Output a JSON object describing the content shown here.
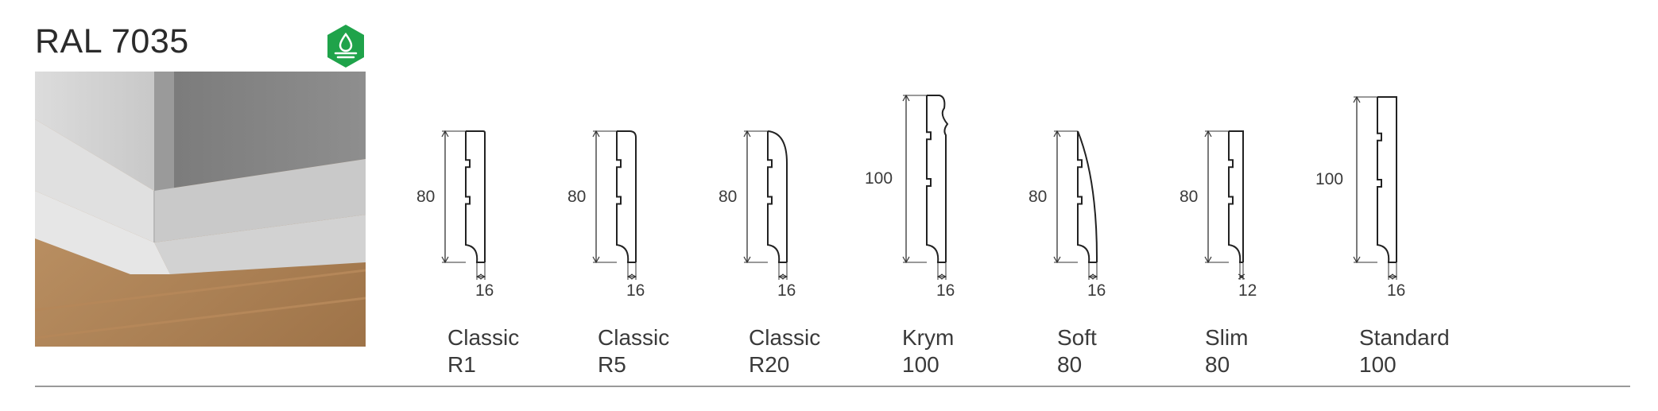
{
  "header": {
    "title": "RAL 7035",
    "badge_icon": "water-resistant-icon",
    "badge_color": "#1fa34a"
  },
  "photo": {
    "icon": "skirting-board-corner-photo"
  },
  "profiles": [
    {
      "name_line1": "Classic",
      "name_line2": "R1",
      "height": "80",
      "width": "16"
    },
    {
      "name_line1": "Classic",
      "name_line2": "R5",
      "height": "80",
      "width": "16"
    },
    {
      "name_line1": "Classic",
      "name_line2": "R20",
      "height": "80",
      "width": "16"
    },
    {
      "name_line1": "Krym",
      "name_line2": "100",
      "height": "100",
      "width": "16"
    },
    {
      "name_line1": "Soft",
      "name_line2": "80",
      "height": "80",
      "width": "16"
    },
    {
      "name_line1": "Slim",
      "name_line2": "80",
      "height": "80",
      "width": "12"
    },
    {
      "name_line1": "Standard",
      "name_line2": "100",
      "height": "100",
      "width": "16"
    }
  ]
}
